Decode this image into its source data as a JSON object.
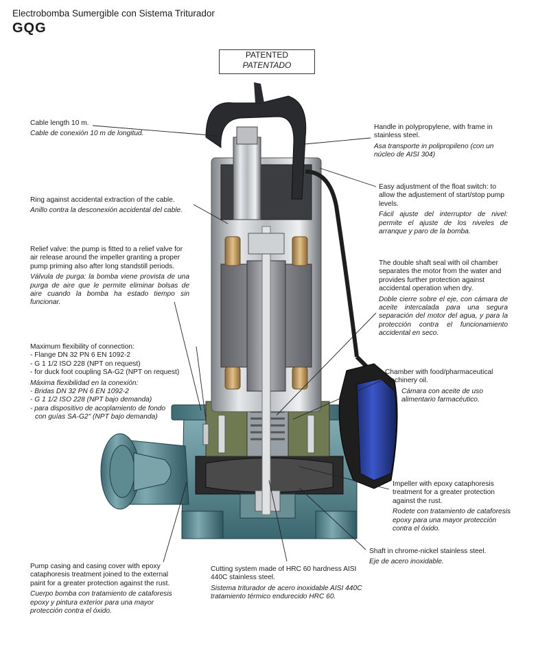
{
  "header": {
    "subtitle": "Electrobomba Sumergible con Sistema Triturador",
    "model": "GQG"
  },
  "patent": {
    "en": "PATENTED",
    "es": "PATENTADO"
  },
  "labels": {
    "cable": {
      "en": "Cable length 10 m.",
      "es": "Cable de conexión 10 m de longitud."
    },
    "ring": {
      "en": "Ring against accidental extraction of the cable.",
      "es": "Anillo contra la desconexión accidental del cable."
    },
    "relief": {
      "en": "Relief valve: the pump is fitted to a relief valve for air release around the impeller granting a proper pump priming also after long standstill periods.",
      "es": "Válvula de purga: la bomba viene provista de una purga de aire que le  permite eliminar bolsas de aire cuando la bomba ha estado tiempo sin  funcionar."
    },
    "flex": {
      "en_title": "Maximum flexibility of connection:",
      "en_items": [
        "- Flange DN 32 PN 6 EN 1092-2",
        "- G 1 1/2 ISO 228  (NPT on request)",
        "- for duck foot coupling SA-G2  (NPT on request)"
      ],
      "es_title": "Máxima flexibilidad en la conexión:",
      "es_items": [
        "- Bridas DN 32 PN 6 EN 1092-2",
        "- G 1 1/2 ISO 228 (NPT bajo demanda)",
        "- para dispositivo de acoplamiento de fondo",
        "   con guías SA-G2\" (NPT bajo demanda)"
      ]
    },
    "casing": {
      "en": "Pump casing and casing cover with epoxy cataphoresis treatment joined to the external paint for a greater protection against the rust.",
      "es": "Cuerpo bomba con tratamiento de cataforesis epoxy y pintura exterior para una mayor protección contra el óxido."
    },
    "cutting": {
      "en": "Cutting system made of HRC 60 hardness AISI 440C stainless steel.",
      "es": "Sistema triturador de acero inoxidable AISI 440C tratamiento térmico endurecido HRC 60."
    },
    "handle": {
      "en": "Handle in polypropylene, with frame in stainless steel.",
      "es": "Asa transporte in polipropileno (con un núcleo de AISI 304)"
    },
    "float": {
      "en": "Easy adjustment of the float switch: to allow the adjustement of start/stop pump levels.",
      "es": "Fácil ajuste del interruptor de nivel: permite el ajuste de los niveles de arranque y paro de la bomba."
    },
    "seal": {
      "en": "The double shaft seal with oil chamber separates the motor from the water and provides further protection against accidental operation when dry.",
      "es": "Doble cierre sobre el eje, con cámara de aceite intercalada para una segura separación del motor del agua, y para la protección contra el funcionamiento accidental en seco."
    },
    "chamber": {
      "en": "Chamber with food/pharmaceutical machinery oil.",
      "es": "Cámara con aceite de uso alimentario farmacéutico."
    },
    "impeller": {
      "en": "Impeller with epoxy cataphoresis treatment for a greater protection against the rust.",
      "es": "Rodete con tratamiento de cataforesis epoxy para una mayor protección contra el óxido."
    },
    "shaft": {
      "en": "Shaft in chrome-nickel stainless steel.",
      "es": "Eje de acero inoxidable."
    }
  }
}
